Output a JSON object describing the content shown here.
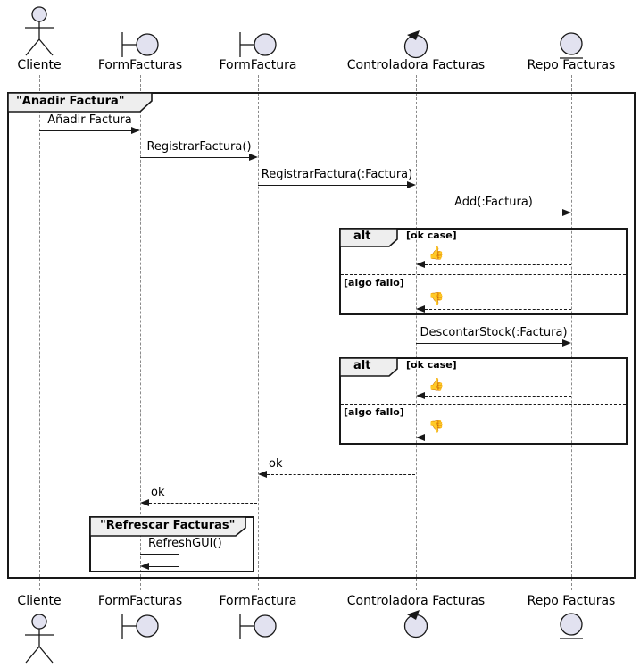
{
  "diagram": {
    "frame_title": "\"Añadir Factura\"",
    "inner_frame_title": "\"Refrescar Facturas\"",
    "alt_operator": "alt",
    "guards": {
      "ok": "[ok case]",
      "fail": "[algo fallo]"
    },
    "participants": [
      {
        "name": "Cliente",
        "type": "actor"
      },
      {
        "name": "FormFacturas",
        "type": "boundary"
      },
      {
        "name": "FormFactura",
        "type": "boundary"
      },
      {
        "name": "Controladora Facturas",
        "type": "control"
      },
      {
        "name": "Repo Facturas",
        "type": "entity"
      }
    ],
    "messages": {
      "anadir": "Añadir Factura",
      "registrar": "RegistrarFactura()",
      "registrar_factura": "RegistrarFactura(:Factura)",
      "add": "Add(:Factura)",
      "descontar": "DescontarStock(:Factura)",
      "ok1": "ok",
      "ok2": "ok",
      "refresh": "RefreshGUI()",
      "thumb_up": "👍",
      "thumb_down": "👎"
    }
  },
  "colors": {
    "participant_fill": "#E2E2F0",
    "stroke": "#181818",
    "frame_label_fill": "#EEEEEE",
    "lifeline": "#8a8a8a"
  }
}
